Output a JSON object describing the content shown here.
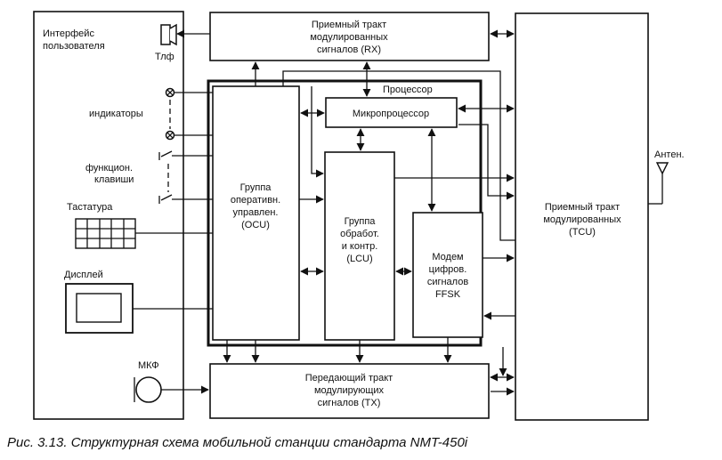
{
  "blocks": {
    "user_interface": {
      "line1": "Интерфейс",
      "line2": "пользователя"
    },
    "tlf": "Тлф",
    "indicators": "индикаторы",
    "function_keys": {
      "line1": "функцион.",
      "line2": "клавиши"
    },
    "keypad": "Тастатура",
    "display": "Дисплей",
    "mkf": "МКФ",
    "rx": {
      "line1": "Приемный тракт",
      "line2": "модулированных",
      "line3": "сигналов (RX)"
    },
    "processor": "Процессор",
    "microprocessor": "Микропроцессор",
    "ocu": {
      "line1": "Группа",
      "line2": "оперативн.",
      "line3": "управлен.",
      "line4": "(OCU)"
    },
    "lcu": {
      "line1": "Группа",
      "line2": "обработ.",
      "line3": "и контр.",
      "line4": "(LCU)"
    },
    "modem": {
      "line1": "Модем",
      "line2": "цифров.",
      "line3": "сигналов",
      "line4": "FFSK"
    },
    "tx": {
      "line1": "Передающий тракт",
      "line2": "модулирующих",
      "line3": "сигналов (TX)"
    },
    "tcu": {
      "line1": "Приемный тракт",
      "line2": "модулированных",
      "line3": "(TCU)"
    },
    "antenna": "Антен."
  },
  "caption": "Рис. 3.13. Структурная схема мобильной станции стандарта NMT-450i"
}
